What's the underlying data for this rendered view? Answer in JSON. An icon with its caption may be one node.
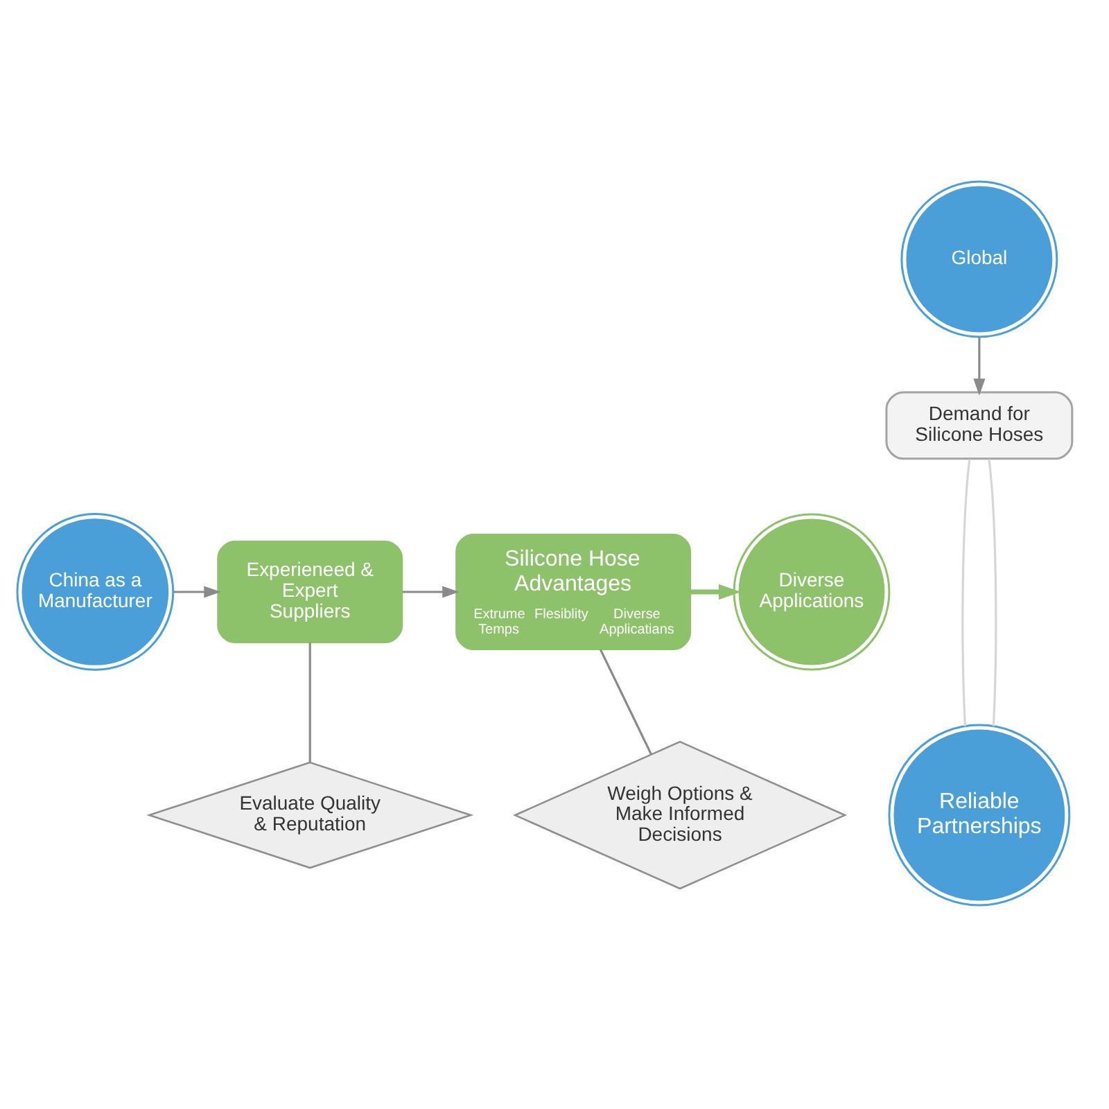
{
  "diagram": {
    "nodes": [
      {
        "text": [
          "Global"
        ]
      },
      {
        "text": [
          "Demand for Silicone Hoses"
        ]
      },
      {
        "text": [
          "China as a Manufacturer"
        ]
      },
      {
        "text": [
          "Experieneed & Expert Suppliers"
        ]
      },
      {
        "text": [
          "Silicone Hose Advantages",
          "Extrume Temps",
          "Flesiblity",
          "Diverse Applicatians"
        ]
      },
      {
        "text": [
          "Diverse Applications"
        ]
      },
      {
        "text": [
          "Evaluate Quality & Reputation"
        ]
      },
      {
        "text": [
          "Weigh Options & Make Informed Decisions"
        ]
      },
      {
        "text": [
          "Reliable Partnerships"
        ]
      }
    ],
    "edges": [
      {
        "from": 0,
        "to": 1,
        "arrow": "to"
      },
      {
        "from": 2,
        "to": 3,
        "arrow": "to"
      },
      {
        "from": 3,
        "to": 4,
        "arrow": "to"
      },
      {
        "from": 4,
        "to": 5,
        "arrow": "to",
        "style": "thick",
        "color": "#8dc26b"
      },
      {
        "from": 3,
        "to": 6,
        "arrow": "none"
      },
      {
        "from": 4,
        "to": 7,
        "arrow": "none"
      },
      {
        "from": 1,
        "to": 8,
        "arrow": "none",
        "color": "#d6d6d6"
      },
      {
        "from": 1,
        "to": 8,
        "arrow": "none",
        "color": "#d6d6d6"
      }
    ]
  }
}
